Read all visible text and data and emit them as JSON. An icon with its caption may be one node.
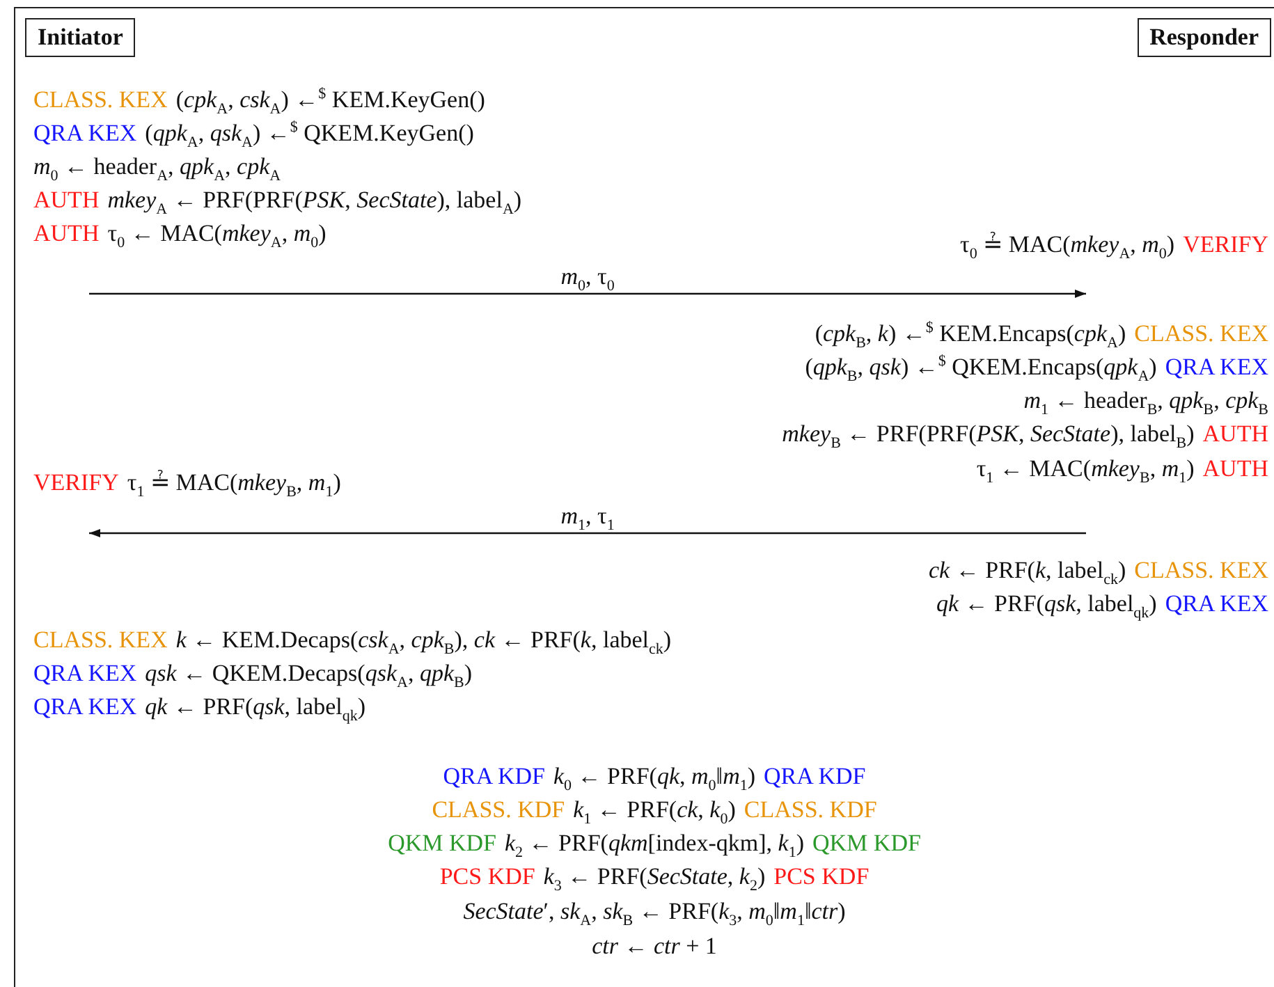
{
  "diagram": {
    "nodes": [
      {
        "text": [
          "Initiator"
        ]
      },
      {
        "text": [
          "Responder"
        ]
      }
    ],
    "labels": [
      "CLASS. KEX",
      "(*cpk*$_{A}$, *csk*$_{A}$) ←$^{$}$ KEM.KeyGen()",
      "QRA KEX",
      "(*qpk*$_{A}$, *qsk*$_{A}$) ←$^{$}$ QKEM.KeyGen()",
      "*m*$_{0}$ ← header$_{A}$, *qpk*$_{A}$, *cpk*$_{A}$",
      "AUTH",
      "*mkey*$_{A}$ ← PRF(PRF(*PSK*, *SecState*), label$_{A}$)",
      "AUTH",
      "τ$_{0}$ ← MAC(*mkey*$_{A}$, *m*$_{0}$)",
      "τ$_{0}$ ≟ MAC(*mkey*$_{A}$, *m*$_{0}$)",
      "VERIFY",
      "*m*$_{0}$, τ$_{0}$",
      "(*cpk*$_{B}$, *k*) ←$^{$}$ KEM.Encaps(*cpk*$_{A}$)",
      "CLASS. KEX",
      "(*qpk*$_{B}$, *qsk*) ←$^{$}$ QKEM.Encaps(*qpk*$_{A}$)",
      "QRA KEX",
      "*m*$_{1}$ ← header$_{B}$, *qpk*$_{B}$, *cpk*$_{B}$",
      "*mkey*$_{B}$ ← PRF(PRF(*PSK*, *SecState*), label$_{B}$)",
      "AUTH",
      "VERIFY",
      "τ$_{1}$ ≟ MAC(*mkey*$_{B}$, *m*$_{1}$)",
      "τ$_{1}$ ← MAC(*mkey*$_{B}$, *m*$_{1}$)",
      "AUTH",
      "*m*$_{1}$, τ$_{1}$",
      "*ck* ← PRF(*k*, label$_{ck}$)",
      "CLASS. KEX",
      "*qk* ← PRF(*qsk*, label$_{qk}$)",
      "QRA KEX",
      "CLASS. KEX",
      "*k* ← KEM.Decaps(*csk*$_{A}$, *cpk*$_{B}$), *ck* ← PRF(*k*, label$_{ck}$)",
      "QRA KEX",
      "*qsk* ← QKEM.Decaps(*qsk*$_{A}$, *qpk*$_{B}$)",
      "QRA KEX",
      "*qk* ← PRF(*qsk*, label$_{qk}$)",
      "QRA KDF",
      "*k*$_{0}$ ← PRF(*qk*, *m*$_{0}$‖*m*$_{1}$)",
      "QRA KDF",
      "CLASS. KDF",
      "*k*$_{1}$ ← PRF(*ck*, *k*$_{0}$)",
      "CLASS. KDF",
      "QKM KDF",
      "*k*$_{2}$ ← PRF(*qkm*[index-qkm], *k*$_{1}$)",
      "QKM KDF",
      "PCS KDF",
      "*k*$_{3}$ ← PRF(*SecState*, *k*$_{2}$)",
      "PCS KDF",
      "*SecState*′, *sk*$_{A}$, *sk*$_{B}$ ← PRF(*k*$_{3}$, *m*$_{0}$‖*m*$_{1}$‖*ctr*)",
      "*ctr* ← *ctr* + 1"
    ]
  }
}
